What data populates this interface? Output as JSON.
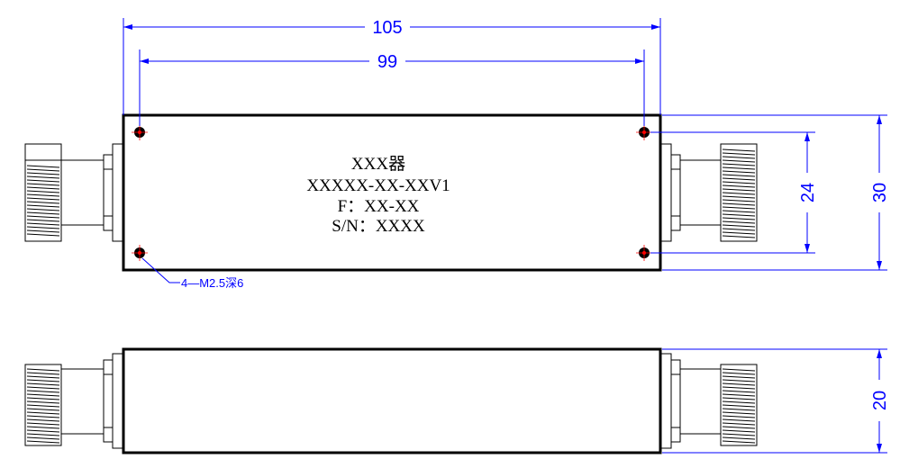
{
  "label": {
    "name": "XXX器",
    "model": "XXXXX-XX-XXV1",
    "freq": "F：XX-XX",
    "serial": "S/N：XXXX"
  },
  "dimensions": {
    "overall_length": "105",
    "hole_spacing_x": "99",
    "hole_spacing_y": "24",
    "body_width": "30",
    "body_height": "20"
  },
  "callout": {
    "holes": "4—M2.5深6"
  },
  "colors": {
    "dimension": "#0000ff",
    "outline": "#000000",
    "hole_mark": "#ff0000"
  }
}
